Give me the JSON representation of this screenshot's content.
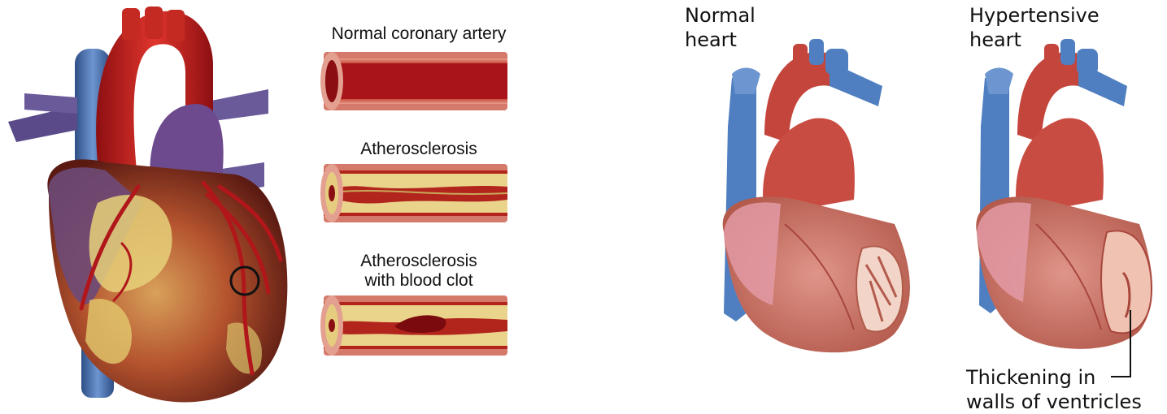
{
  "artery_panel": {
    "normal_label": "Normal coronary artery",
    "athero_label": "Atherosclerosis",
    "clot_label_line1": "Atherosclerosis",
    "clot_label_line2": "with blood clot"
  },
  "comparison_panel": {
    "normal_heart_line1": "Normal",
    "normal_heart_line2": "heart",
    "hypertensive_line1": "Hypertensive",
    "hypertensive_line2": "heart",
    "callout_line1": "Thickening in",
    "callout_line2": "walls of ventricles"
  },
  "colors": {
    "artery_red": "#b3121a",
    "plaque_yellow": "#e9d68a",
    "vein_blue": "#4f7fc0",
    "vein_purple": "#6b4a8a",
    "muscle": "#c96e5f"
  }
}
